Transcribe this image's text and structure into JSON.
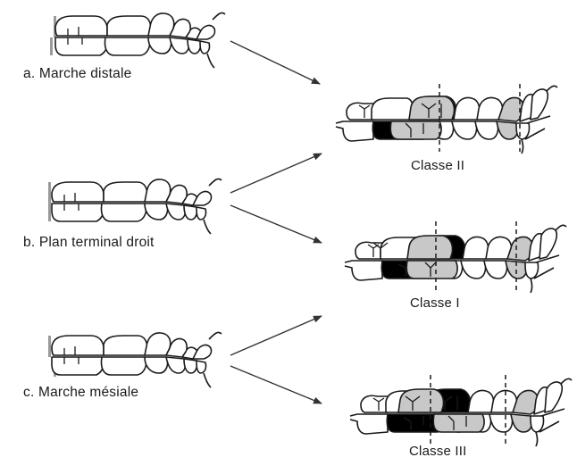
{
  "diagram": {
    "deciduous_stages": [
      {
        "id": "a",
        "label": "a. Marche distale"
      },
      {
        "id": "b",
        "label": "b. Plan terminal droit"
      },
      {
        "id": "c",
        "label": "c. Marche mésiale"
      }
    ],
    "permanent_classes": [
      {
        "id": "II",
        "label": "Classe II"
      },
      {
        "id": "I",
        "label": "Classe I"
      },
      {
        "id": "III",
        "label": "Classe III"
      }
    ],
    "connections": [
      {
        "from": "a",
        "to": "II"
      },
      {
        "from": "b",
        "to": "II"
      },
      {
        "from": "b",
        "to": "I"
      },
      {
        "from": "c",
        "to": "I"
      },
      {
        "from": "c",
        "to": "III"
      }
    ],
    "colors": {
      "line": "#1a1a1a",
      "shaded_molar": "#c8c8c8",
      "plane_bar": "#9a9a9a",
      "arrow": "#333333"
    }
  }
}
